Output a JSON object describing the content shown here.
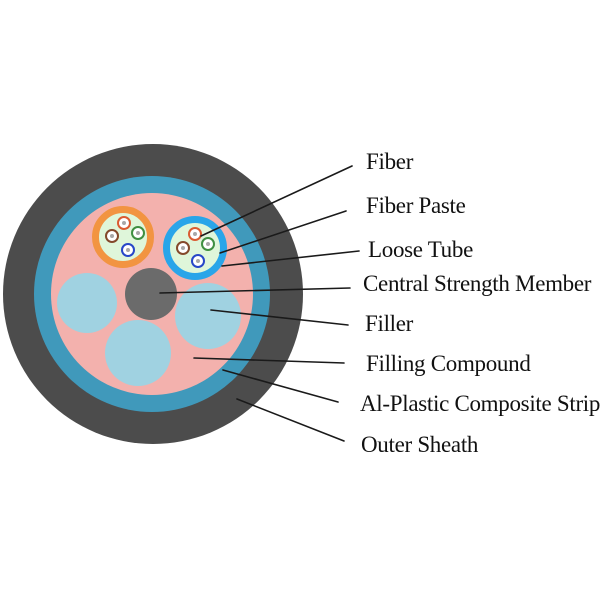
{
  "page": {
    "background": "#ffffff",
    "description": "Cross-section diagram of a loose-tube fiber optic cable with labeled components"
  },
  "colors": {
    "outer_sheath": "#4C4C4C",
    "al_plastic_composite_strip": "#4099BB",
    "filling_compound": "#F3B1AD",
    "filler": "#A0D2E1",
    "central_strength_member": "#6B6B6B",
    "loose_tube_left_jacket": "#F29441",
    "loose_tube_right_jacket": "#29A5E9",
    "fiber_paste": "#DFF6DA",
    "fiber_coating_red": "#DA5B31",
    "fiber_coating_brown": "#84492B",
    "fiber_coating_green": "#3F8F41",
    "fiber_coating_blue": "#2747C8",
    "fiber_core": "#A8A8A8",
    "leader_line": "#1A1A1A",
    "label_text": "#111111"
  },
  "annotations": {
    "labels": [
      {
        "text": "Fiber"
      },
      {
        "text": "Fiber Paste"
      },
      {
        "text": "Loose Tube"
      },
      {
        "text": "Central Strength Member"
      },
      {
        "text": "Filler"
      },
      {
        "text": "Filling Compound"
      },
      {
        "text": "Al-Plastic Composite Strip"
      },
      {
        "text": "Outer Sheath"
      }
    ]
  }
}
